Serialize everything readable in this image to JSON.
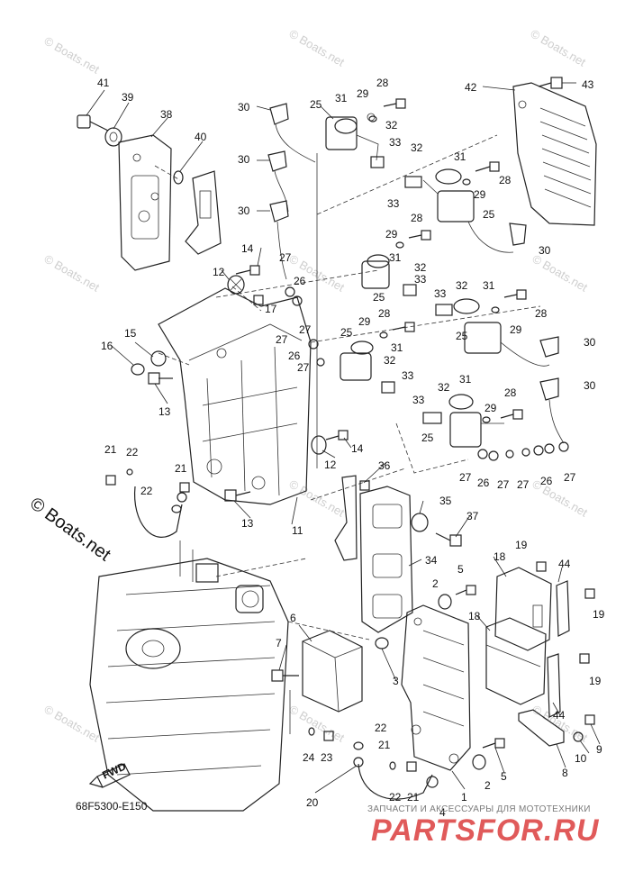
{
  "diagram_code": "68F5300-E150",
  "watermark": "© Boats.net",
  "copyright_mark": "© Boats.net",
  "direction_label": "FWD",
  "footer": {
    "tagline": "ЗАПЧАСТИ И АКСЕССУАРЫ ДЛЯ МОТОТЕХНИКИ",
    "logo": "PARTSFOR.RU"
  },
  "callouts": [
    "1",
    "2",
    "3",
    "4",
    "5",
    "6",
    "7",
    "8",
    "9",
    "10",
    "11",
    "12",
    "13",
    "14",
    "15",
    "16",
    "17",
    "18",
    "19",
    "20",
    "21",
    "22",
    "23",
    "24",
    "25",
    "26",
    "27",
    "28",
    "29",
    "30",
    "31",
    "32",
    "33",
    "34",
    "35",
    "36",
    "37",
    "38",
    "39",
    "40",
    "41",
    "42",
    "43",
    "44"
  ],
  "colors": {
    "line": "#222222",
    "watermark": "#cfcfcf",
    "logo": "#e05a5a"
  }
}
